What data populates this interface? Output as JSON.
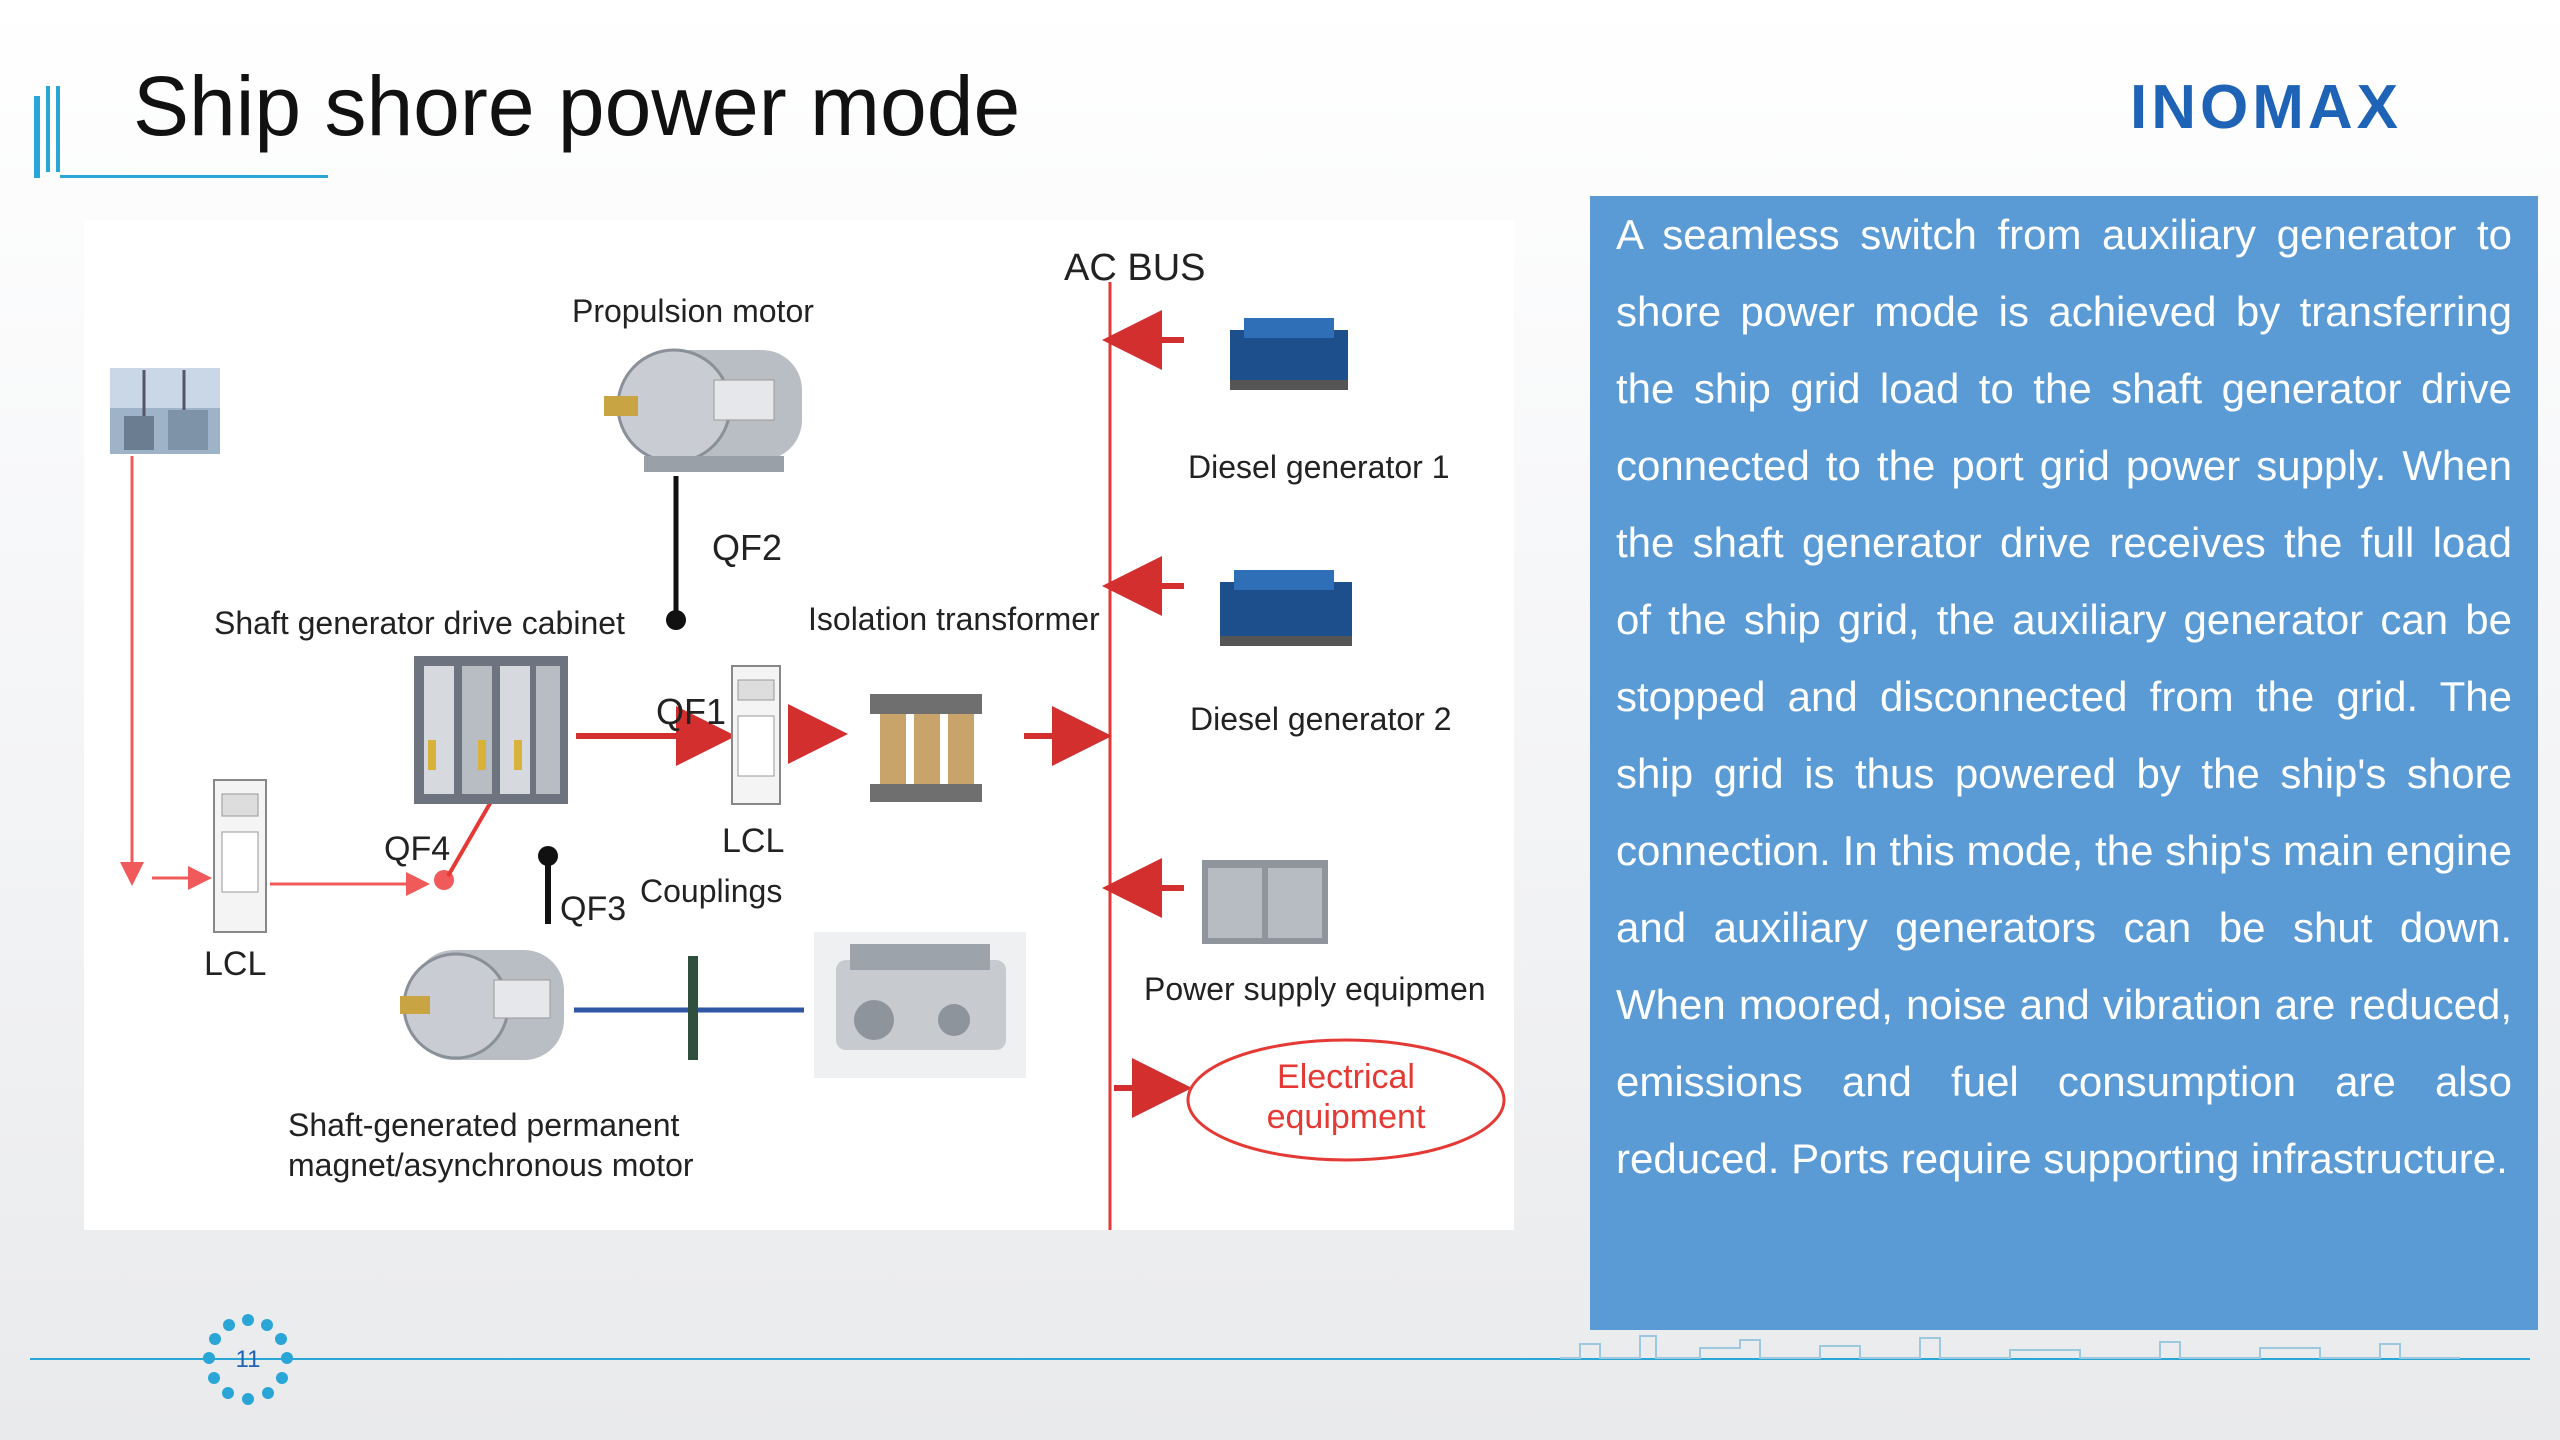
{
  "slide": {
    "title": "Ship shore power mode",
    "logo": "INOMAX",
    "page_number": "11"
  },
  "colors": {
    "accent": "#2aa6d6",
    "brand": "#1e63b5",
    "panel": "#5b9bd5",
    "arrow": "#d32f2f",
    "coupling": "#2f55a4"
  },
  "diagram": {
    "ac_bus": "AC BUS",
    "propulsion_motor": "Propulsion motor",
    "qf2": "QF2",
    "shaft_generator_cabinet": "Shaft generator drive cabinet",
    "isolation_transformer": "Isolation transformer",
    "qf1": "QF1",
    "lcl_top": "LCL",
    "qf4": "QF4",
    "qf3": "QF3",
    "couplings": "Couplings",
    "lcl_left": "LCL",
    "diesel_generator_1": "Diesel generator 1",
    "diesel_generator_2": "Diesel generator 2",
    "power_supply": "Power supply equipmen",
    "electrical_equipment_line1": "Electrical",
    "electrical_equipment_line2": "equipment",
    "shaft_motor_line1": "Shaft-generated permanent",
    "shaft_motor_line2": "magnet/asynchronous motor"
  },
  "description": "A seamless switch from auxiliary generator to shore power mode is achieved by transferring the ship grid load to the shaft generator drive connected to the port grid power supply. When the shaft generator drive receives the full load of the ship grid, the auxiliary generator can be stopped and disconnected from the grid. The ship grid is thus powered by the ship's shore connection. In this mode, the ship's main engine and auxiliary generators can be shut down. When moored, noise and vibration are reduced, emissions and fuel consumption are also reduced. Ports require supporting infrastructure.",
  "icons": [
    "title-bracket-icon",
    "shore-substation-icon",
    "motor-icon",
    "generator-icon",
    "cabinet-icon",
    "transformer-icon",
    "engine-icon",
    "switchgear-icon",
    "gear-page-icon"
  ]
}
